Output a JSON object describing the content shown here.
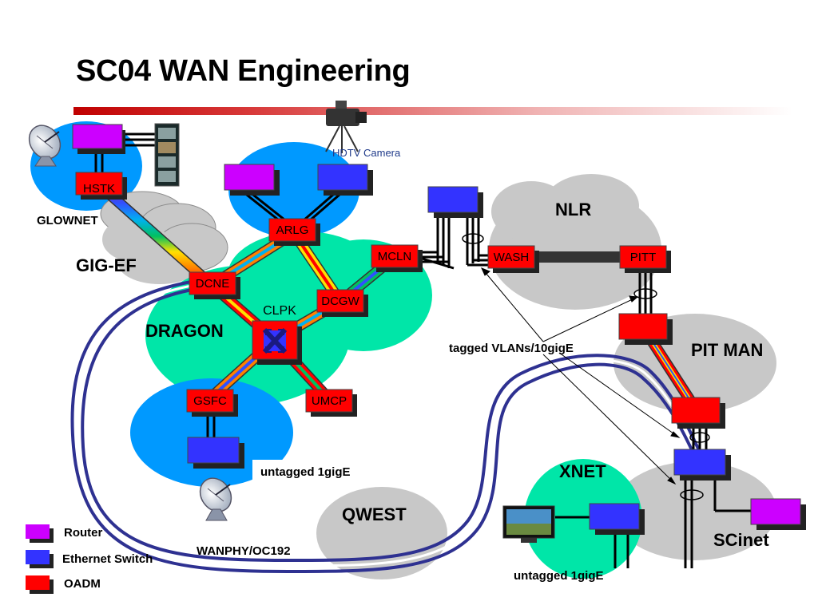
{
  "slide": {
    "title": "SC04 WAN Engineering"
  },
  "colors": {
    "router": "#cc00ff",
    "ethernet_switch": "#3333ff",
    "oadm": "#ff0000",
    "cloud_blue": "#0099ff",
    "cloud_green": "#00e6a8",
    "cloud_gray": "#c8c8c8",
    "fiber": "#2e3191"
  },
  "clouds": {
    "glownet": "GLOWNET",
    "gig_ef": "GIG-EF",
    "dragon": "DRAGON",
    "nlr": "NLR",
    "pit_man": "PIT MAN",
    "xnet": "XNET",
    "qwest": "QWEST",
    "scinet": "SCinet"
  },
  "nodes": {
    "hstk": "HSTK",
    "arlg": "ARLG",
    "dcne": "DCNE",
    "dcgw": "DCGW",
    "mcln": "MCLN",
    "clpk": "CLPK",
    "gsfc": "GSFC",
    "umcp": "UMCP",
    "wash": "WASH",
    "pitt": "PITT"
  },
  "annotations": {
    "hdtv_camera": "HDTV Camera",
    "tagged_vlans": "tagged VLANs/10gigE",
    "untagged_gsfc": "untagged 1gigE",
    "untagged_xnet": "untagged 1gigE",
    "wanphy": "WANPHY/OC192"
  },
  "legend": {
    "router": "Router",
    "ethernet_switch": "Ethernet Switch",
    "oadm": "OADM"
  }
}
